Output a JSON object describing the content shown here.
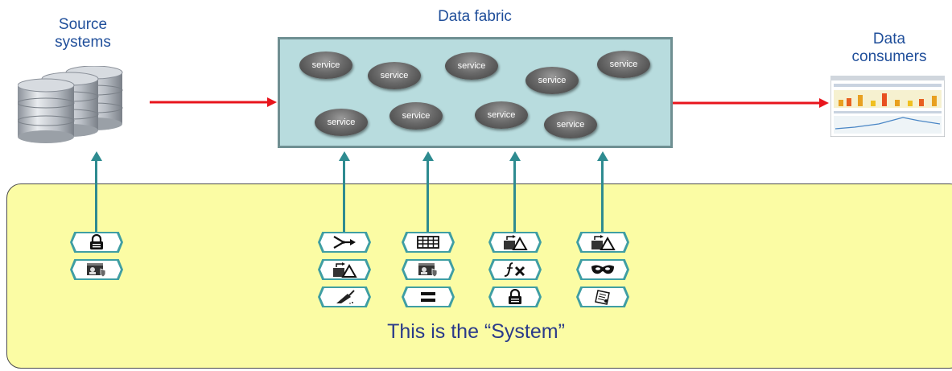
{
  "headings": {
    "source": "Source\nsystems",
    "fabric": "Data fabric",
    "consumers": "Data\nconsumers"
  },
  "services": [
    "service",
    "service",
    "service",
    "service",
    "service",
    "service",
    "service",
    "service",
    "service"
  ],
  "system_label": "This is the “System”",
  "colors": {
    "arrow_red": "#e8141c",
    "teal": "#2e8b90",
    "fabric_fill": "#b8dcde",
    "system_fill": "#fbfca4",
    "heading_blue": "#1f4e9a"
  },
  "icon_stacks": [
    [
      "lock-icon",
      "id-card-shield-icon"
    ],
    [
      "pipeline-merge-icon",
      "transform-shapes-icon",
      "cleanse-brush-icon"
    ],
    [
      "table-grid-icon",
      "id-card-shield-icon",
      "equals-icon"
    ],
    [
      "transform-shapes-icon",
      "function-fx-icon",
      "lock-icon"
    ],
    [
      "transform-shapes-icon",
      "mask-icon",
      "document-cert-icon"
    ]
  ]
}
